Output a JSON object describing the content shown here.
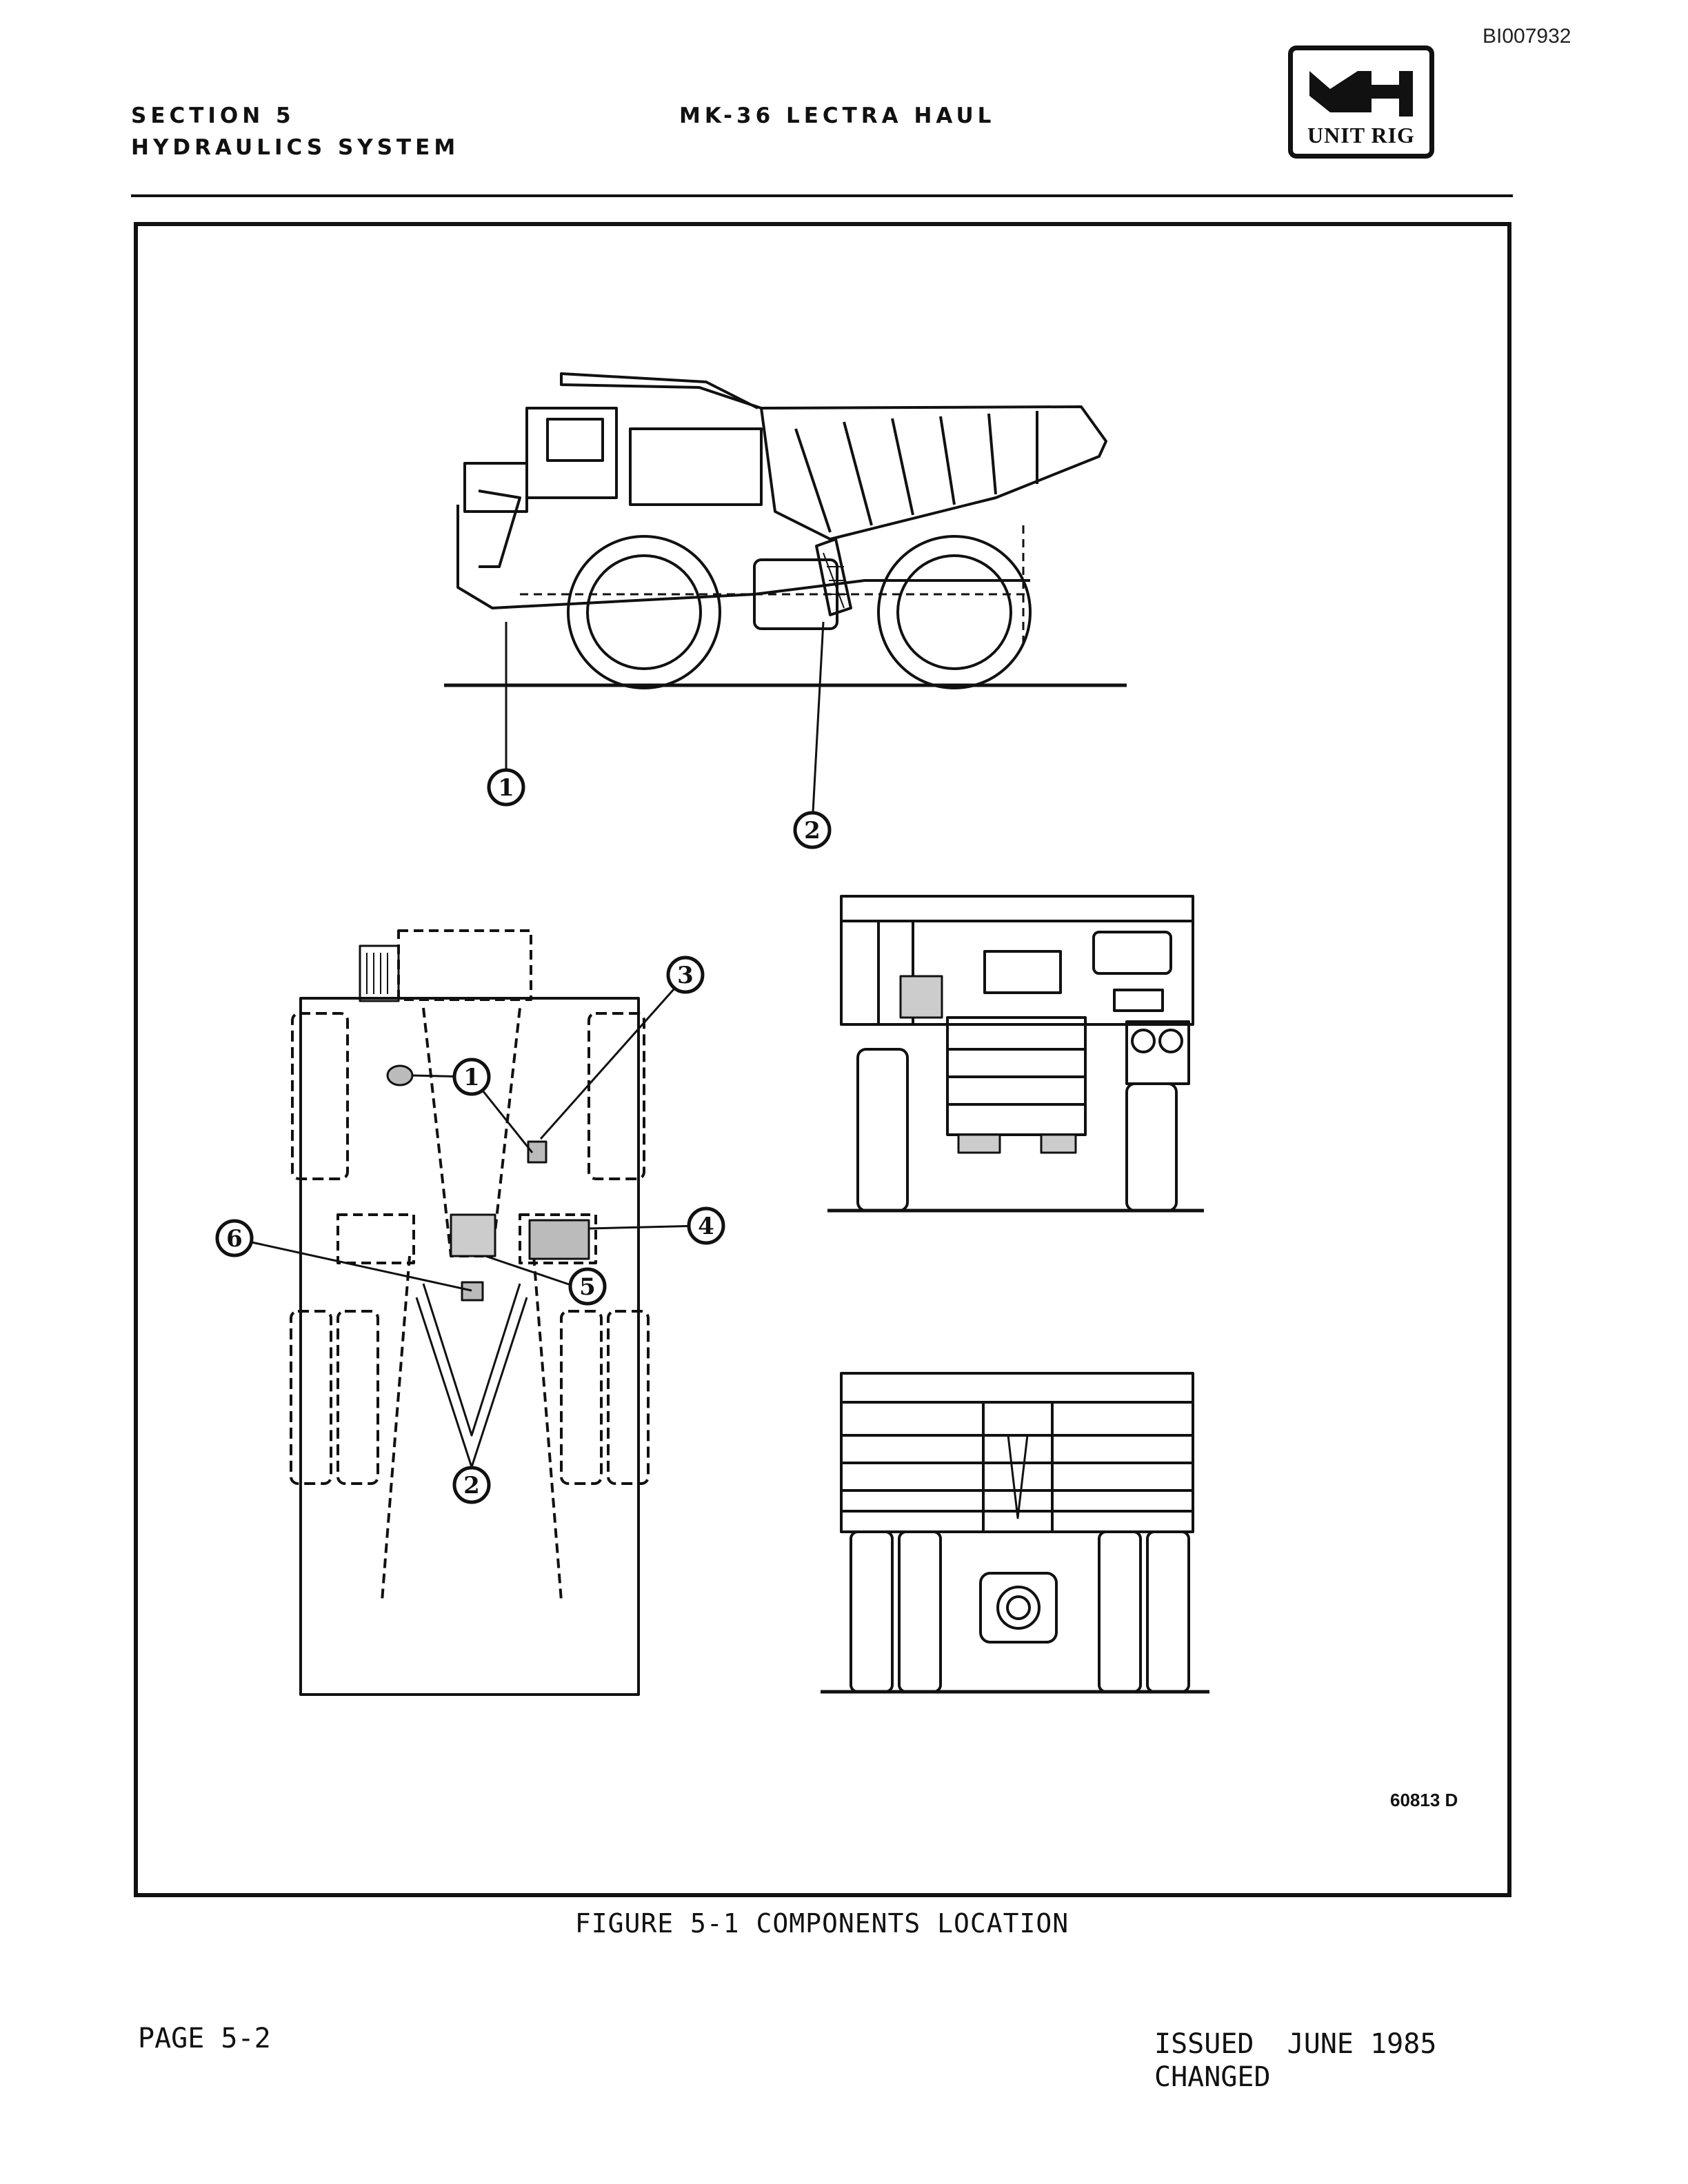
{
  "doc_id": "BI007932",
  "header": {
    "section": "SECTION 5",
    "section_title": "HYDRAULICS SYSTEM",
    "model": "MK-36 LECTRA HAUL",
    "logo_text": "UNIT RIG"
  },
  "figure": {
    "figure_number": "60813 D",
    "caption": "FIGURE 5-1 COMPONENTS LOCATION",
    "callouts": [
      "1",
      "2",
      "3",
      "4",
      "5",
      "6"
    ]
  },
  "footer": {
    "page": "PAGE 5-2",
    "issued": "ISSUED  JUNE 1985",
    "changed": "CHANGED"
  },
  "icons": {
    "logo": "unit-rig-logo-icon"
  }
}
